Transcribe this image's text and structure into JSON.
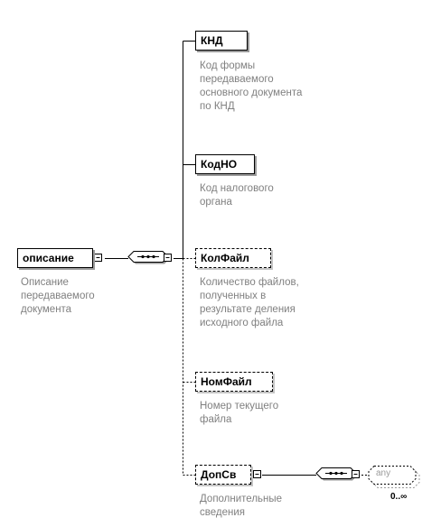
{
  "root": {
    "name": "описание",
    "description": "Описание\nпередаваемого\nдокумента"
  },
  "children": [
    {
      "name": "КНД",
      "optional": false,
      "description": "Код формы\nпередаваемого\nосновного документа\nпо КНД"
    },
    {
      "name": "КодНО",
      "optional": false,
      "description": "Код налогового\nоргана"
    },
    {
      "name": "КолФайл",
      "optional": true,
      "description": "Количество файлов,\nполученных в\nрезультате деления\nисходного файла"
    },
    {
      "name": "НомФайл",
      "optional": true,
      "description": "Номер текущего\nфайла"
    },
    {
      "name": "ДопСв",
      "optional": true,
      "description": "Дополнительные\nсведения"
    }
  ],
  "any_element": {
    "label": "any",
    "occurrence": "0..∞"
  }
}
